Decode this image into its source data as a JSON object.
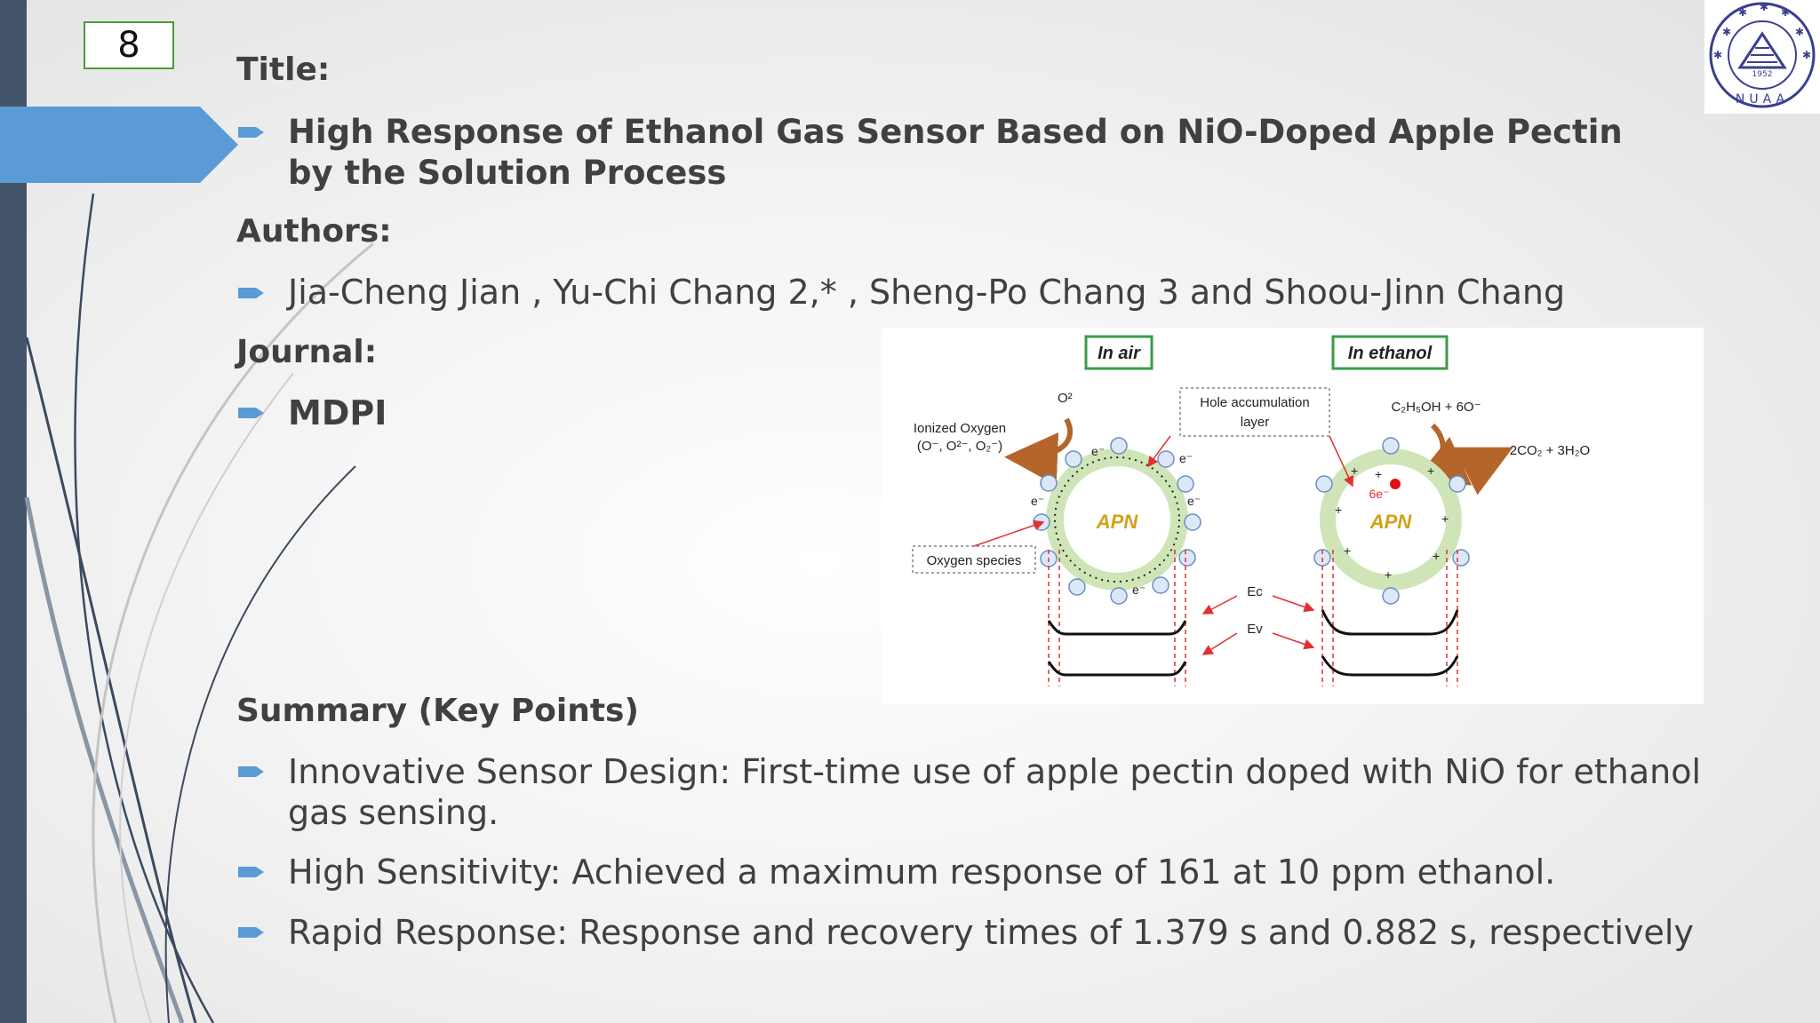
{
  "slide": {
    "page_number": "8",
    "title_label": "Title:",
    "title": "High Response of Ethanol Gas Sensor Based on NiO-Doped Apple Pectin by the Solution Process",
    "authors_label": "Authors:",
    "authors": "Jia-Cheng Jian  , Yu-Chi Chang 2,* , Sheng-Po Chang 3 and Shoou-Jinn Chang",
    "journal_label": "Journal:",
    "journal": "MDPI",
    "summary_label": "Summary (Key Points)",
    "summary_points": [
      "Innovative Sensor Design: First-time use of apple pectin doped with NiO for ethanol gas sensing.",
      "High Sensitivity: Achieved a maximum response of 161 at 10 ppm ethanol.",
      "Rapid Response: Response and recovery times of 1.379 s and 0.882 s, respectively"
    ]
  },
  "logo": {
    "year": "1952",
    "letters": "NUAA"
  },
  "figure": {
    "in_air_label": "In air",
    "in_ethanol_label": "In ethanol",
    "ionized_oxygen_line1": "Ionized Oxygen",
    "ionized_oxygen_line2": "(O⁻, O²⁻, O₂⁻)",
    "o2_label": "O²",
    "hole_layer_line1": "Hole accumulation",
    "hole_layer_line2": "layer",
    "reaction_left": "C₂H₅OH + 6O⁻",
    "reaction_right": "2CO₂ + 3H₂O",
    "six_electrons": "6e⁻",
    "apn_label": "APN",
    "oxygen_species": "Oxygen species",
    "electron": "e⁻",
    "ec_label": "Ec",
    "ev_label": "Ev"
  },
  "colors": {
    "left_bar": "#44546a",
    "arrow_tab": "#5b9bd5",
    "text": "#404040",
    "accent_green": "#4e9a3a",
    "apn_text": "#d4a017",
    "arrow_brown": "#b5652a",
    "red_lines": "#e03030"
  }
}
